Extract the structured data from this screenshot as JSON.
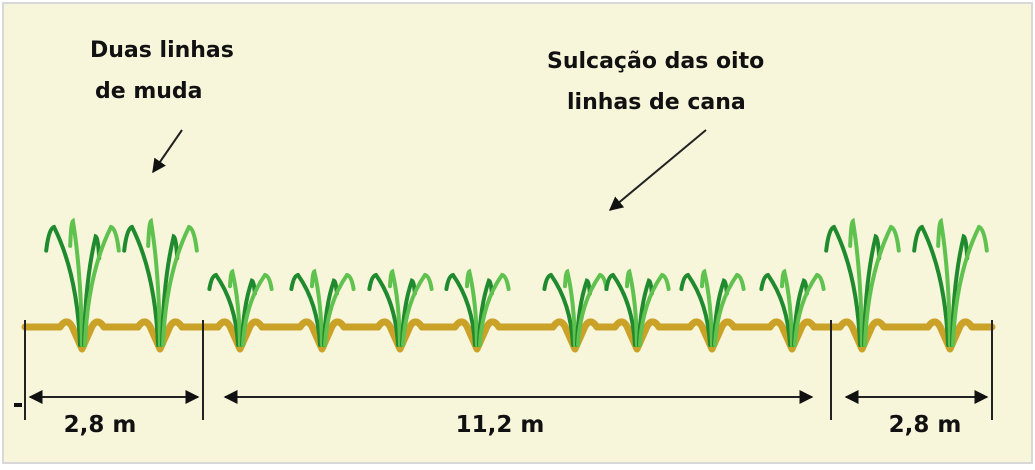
{
  "colors": {
    "background": "#f7f5da",
    "border": "#d8d8d8",
    "soil": "#c9a227",
    "plant_dark": "#1f8a2e",
    "plant_light": "#5fc24f",
    "text": "#111111"
  },
  "labels": {
    "seedling_line1": "Duas linhas",
    "seedling_line2": "de muda",
    "furrow_line1": "Sulcação das oito",
    "furrow_line2": "linhas de cana"
  },
  "dimensions": {
    "left": "2,8 m",
    "center": "11,2 m",
    "right": "2,8 m"
  },
  "groups": {
    "seedling_rows_per_side": 2,
    "cane_rows": 8
  }
}
